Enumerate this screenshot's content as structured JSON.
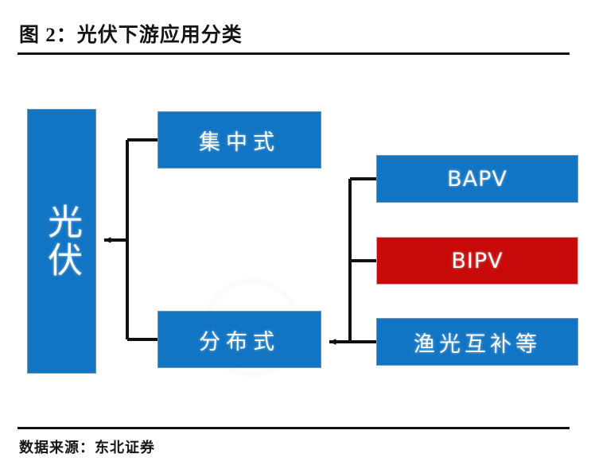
{
  "figure": {
    "title": "图 2：光伏下游应用分类",
    "source_label": "数据来源：东北证券"
  },
  "theme": {
    "blue": "#1275C4",
    "red": "#C80A0A",
    "line": "#111111",
    "text_on_fill": "#FFFFFF",
    "page_background": "#FFFFFF"
  },
  "diagram": {
    "type": "tree",
    "root": {
      "id": "pv",
      "label": "光伏",
      "fill": "blue",
      "orientation": "vertical"
    },
    "level1": [
      {
        "id": "centralized",
        "label": "集中式",
        "fill": "blue"
      },
      {
        "id": "distributed",
        "label": "分布式",
        "fill": "blue"
      }
    ],
    "level2": [
      {
        "id": "bapv",
        "label": "BAPV",
        "fill": "blue"
      },
      {
        "id": "bipv",
        "label": "BIPV",
        "fill": "red"
      },
      {
        "id": "fishery",
        "label": "渔光互补等",
        "fill": "blue"
      }
    ],
    "edges": [
      {
        "from": "centralized",
        "to": "pv",
        "arrow": "left"
      },
      {
        "from": "distributed",
        "to": "pv",
        "arrow": "left"
      },
      {
        "from": "bapv",
        "to": "distributed",
        "arrow": "left"
      },
      {
        "from": "bipv",
        "to": "distributed",
        "arrow": "left"
      },
      {
        "from": "fishery",
        "to": "distributed",
        "arrow": "left"
      }
    ]
  }
}
